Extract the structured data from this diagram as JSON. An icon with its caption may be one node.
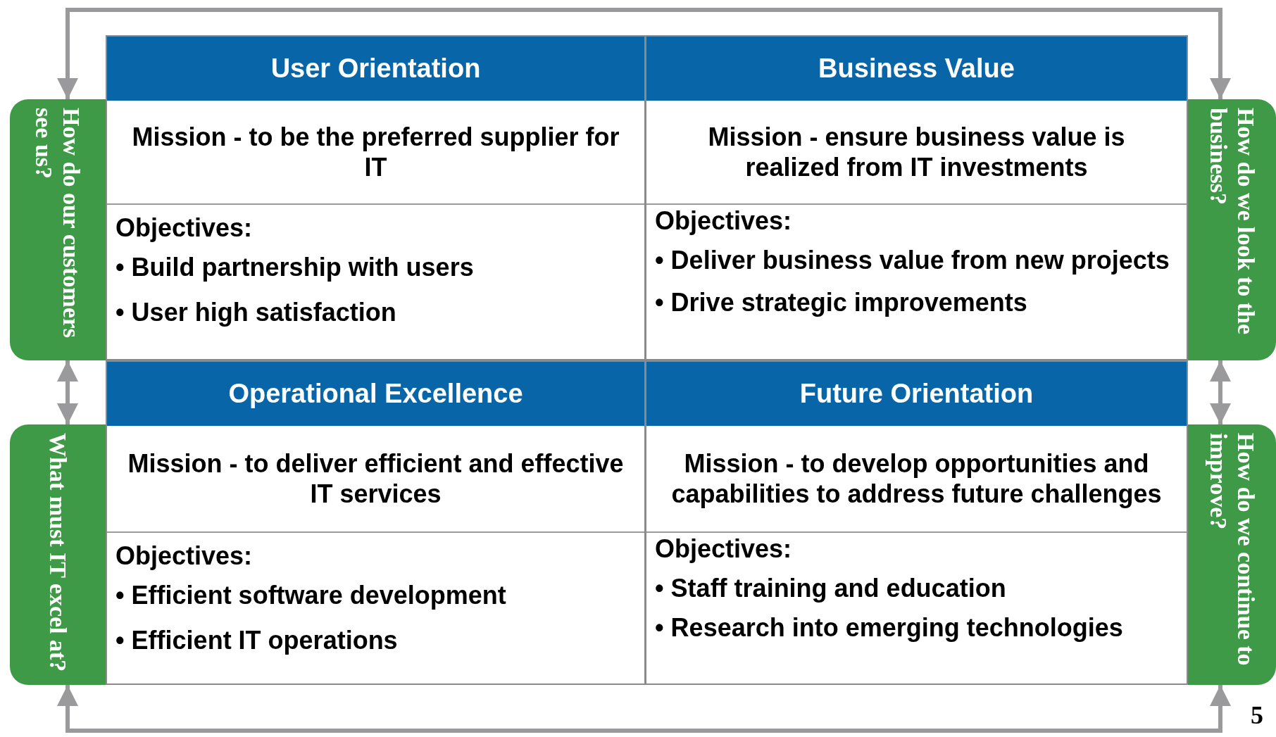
{
  "diagram": {
    "nodes": [
      {
        "text": [
          "How do our customers see us?"
        ]
      },
      {
        "text": [
          "User Orientation",
          "Mission - to be the preferred supplier for IT",
          "Objectives:",
          "• Build partnership with users",
          "• User high satisfaction"
        ]
      },
      {
        "text": [
          "Business Value",
          "Mission - ensure business value is realized from IT investments",
          "Objectives:",
          "• Deliver business value from new projects",
          "• Drive strategic improvements"
        ]
      },
      {
        "text": [
          "How do we look to the business?"
        ]
      },
      {
        "text": [
          "What must IT excel at?"
        ]
      },
      {
        "text": [
          "Operational Excellence",
          "Mission - to deliver efficient and effective IT services",
          "Objectives:",
          "• Efficient software development",
          "• Efficient IT operations"
        ]
      },
      {
        "text": [
          "Future Orientation",
          "Mission - to develop opportunities and capabilities to address future challenges",
          "Objectives:",
          "• Staff training and education",
          "• Research into emerging technologies"
        ]
      },
      {
        "text": [
          "How do we continue to improve?"
        ]
      }
    ],
    "edges": [
      {
        "from": 0,
        "to": 3,
        "arrow": "both"
      },
      {
        "from": 0,
        "to": 4,
        "arrow": "both"
      },
      {
        "from": 3,
        "to": 7,
        "arrow": "both"
      },
      {
        "from": 4,
        "to": 7,
        "arrow": "both"
      }
    ],
    "labels": [
      "5"
    ]
  }
}
